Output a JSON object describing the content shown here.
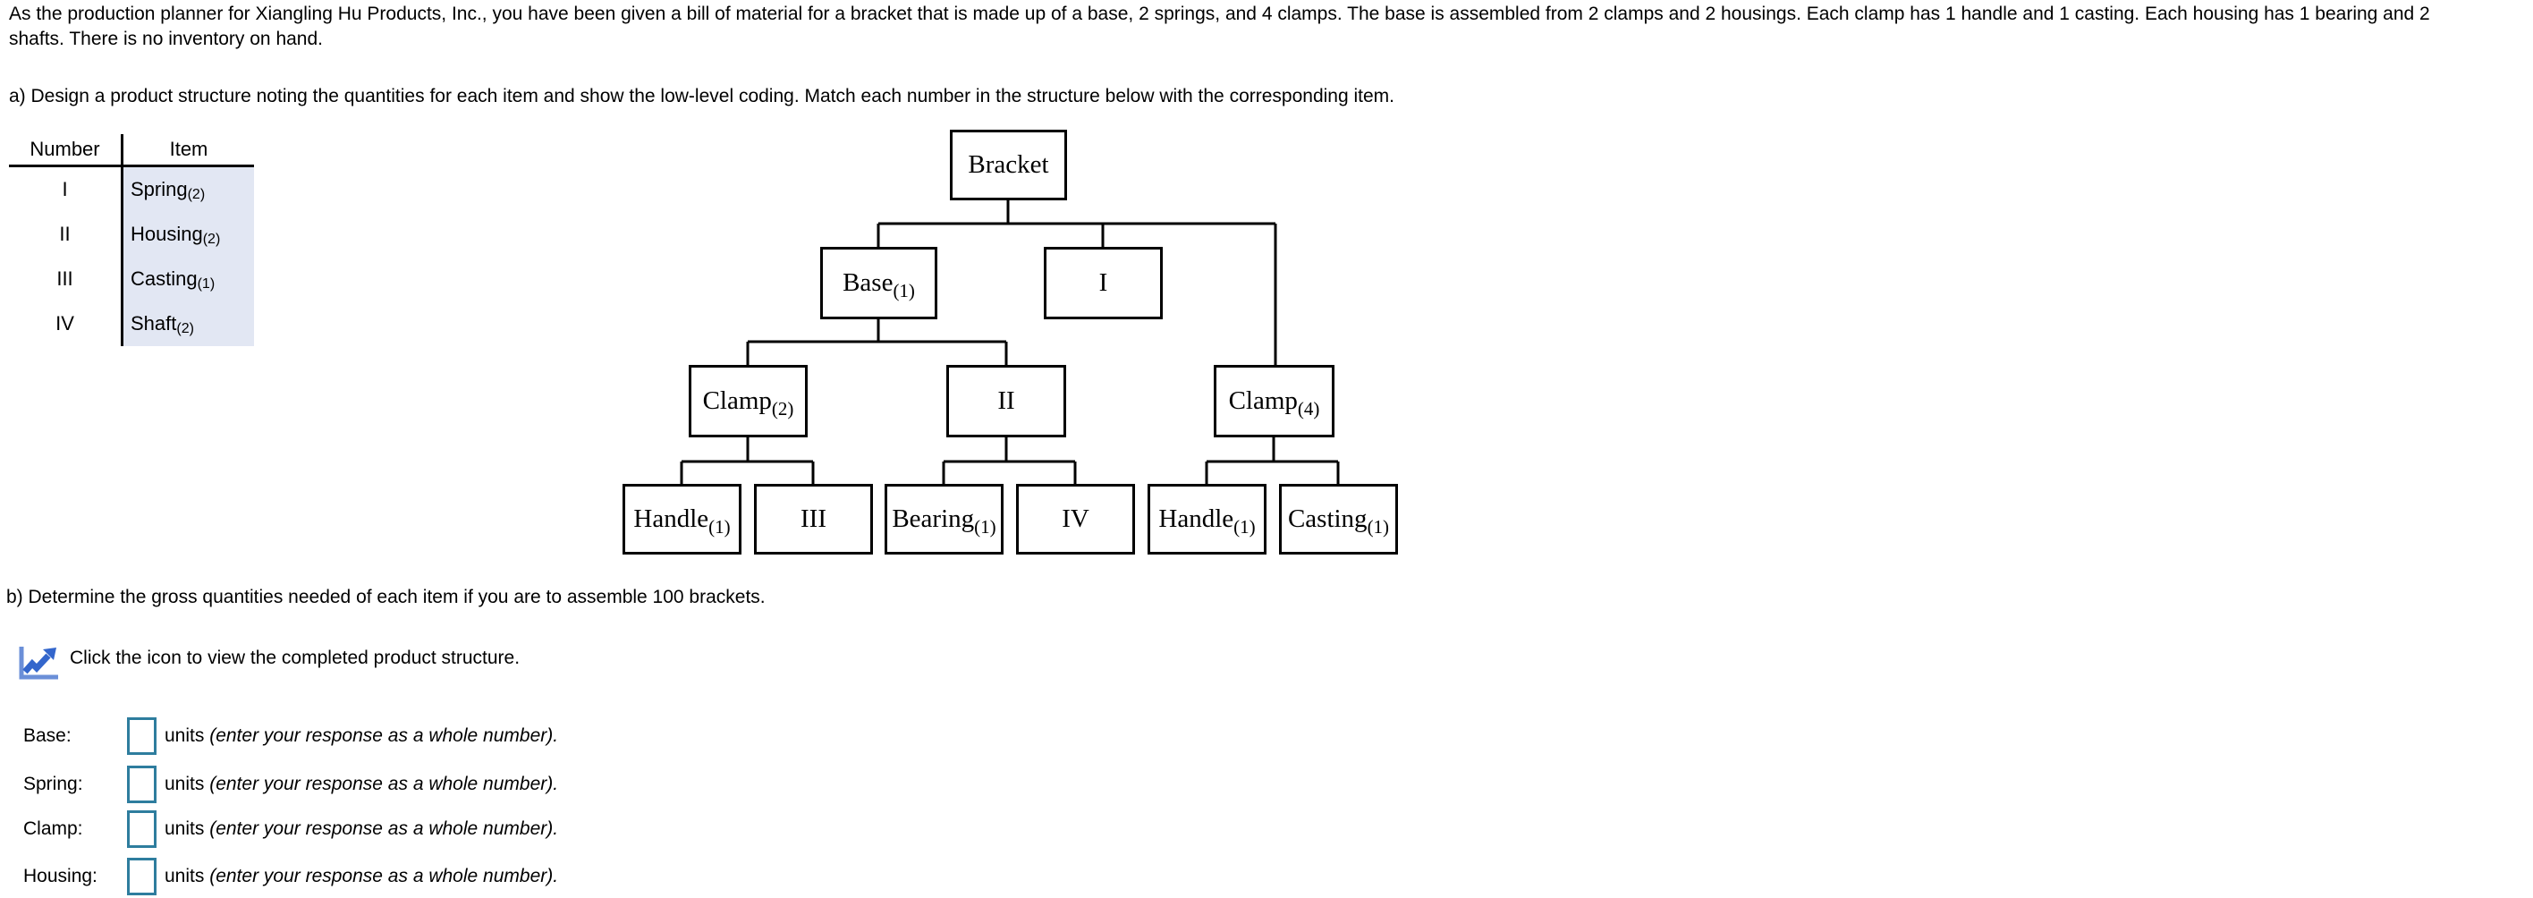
{
  "intro": "As the production planner for Xiangling Hu Products, Inc., you have been given a bill of material for a bracket that is made up of a base, 2 springs, and 4 clamps. The base is assembled from 2 clamps and 2 housings. Each clamp has 1 handle and 1 casting. Each housing has 1 bearing and 2 shafts. There is no inventory on hand.",
  "part_a": "a) Design a product structure noting the quantities for each item and show the low-level coding. Match each number in the structure below with the corresponding item.",
  "match_table": {
    "headers": [
      "Number",
      "Item"
    ],
    "rows": [
      {
        "number": "I",
        "item": "Spring",
        "qty": "(2)"
      },
      {
        "number": "II",
        "item": "Housing",
        "qty": "(2)"
      },
      {
        "number": "III",
        "item": "Casting",
        "qty": "(1)"
      },
      {
        "number": "IV",
        "item": "Shaft",
        "qty": "(2)"
      }
    ]
  },
  "diagram": {
    "nodes": {
      "bracket": {
        "label": "Bracket",
        "sub": ""
      },
      "base": {
        "label": "Base",
        "sub": "(1)"
      },
      "roman1": {
        "label": "I",
        "sub": ""
      },
      "clamp2": {
        "label": "Clamp",
        "sub": "(2)"
      },
      "roman2": {
        "label": "II",
        "sub": ""
      },
      "clamp4": {
        "label": "Clamp",
        "sub": "(4)"
      },
      "handle1": {
        "label": "Handle",
        "sub": "(1)"
      },
      "roman3": {
        "label": "III",
        "sub": ""
      },
      "bearing": {
        "label": "Bearing",
        "sub": "(1)"
      },
      "roman4": {
        "label": "IV",
        "sub": ""
      },
      "handle2": {
        "label": "Handle",
        "sub": "(1)"
      },
      "casting": {
        "label": "Casting",
        "sub": "(1)"
      }
    }
  },
  "part_b": "b) Determine the gross quantities needed of each item if you are to assemble 100 brackets.",
  "icon_note": {
    "icon": "line-chart-icon",
    "text": "Click the icon to view the completed product structure."
  },
  "answers": {
    "units_label": "units",
    "hint": "(enter your response as a whole number).",
    "rows": [
      {
        "label": "Base:",
        "value": ""
      },
      {
        "label": "Spring:",
        "value": ""
      },
      {
        "label": "Clamp:",
        "value": ""
      },
      {
        "label": "Housing:",
        "value": ""
      }
    ]
  },
  "colors": {
    "input_border": "#2e7d9e",
    "table_item_bg": "#e2e7f3",
    "icon_axis_blue": "#6b8fd8",
    "icon_arrow_blue": "#3366cc"
  }
}
